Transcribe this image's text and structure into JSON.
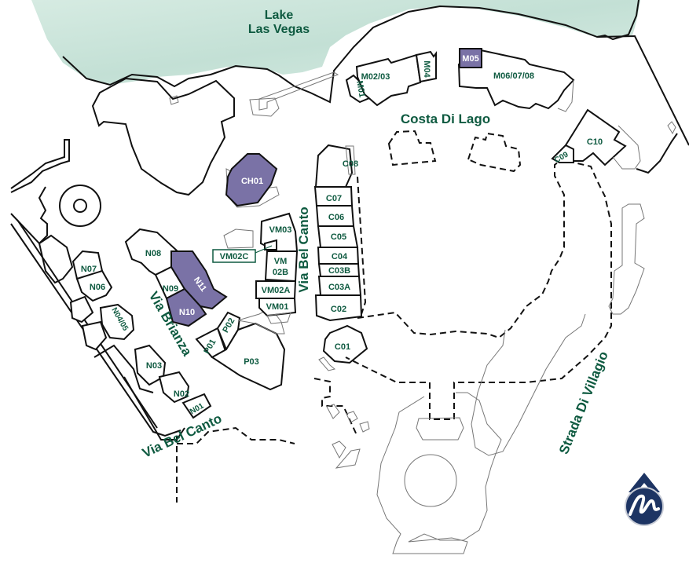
{
  "map": {
    "title": "Lake Las Vegas",
    "water_label_line1": "Lake",
    "water_label_line2": "Las Vegas",
    "area_label": "Costa Di Lago",
    "colors": {
      "water": "#cfe6dc",
      "label_green": "#0e5a40",
      "highlight_building": "#7a72a6",
      "outline": "#111111",
      "logo_navy": "#1d3463"
    },
    "streets": {
      "via_bel_canto_north": "Via Bel Canto",
      "via_bel_canto_south": "Via Bel Canto",
      "via_brianza": "Via Brianza",
      "strada_di_villagio": "Strada Di Villagio"
    },
    "buildings": {
      "m01": "M01",
      "m02_03": "M02/03",
      "m04": "M04",
      "m05": "M05",
      "m06_07_08": "M06/07/08",
      "c01": "C01",
      "c02": "C02",
      "c03a": "C03A",
      "c03b": "C03B",
      "c04": "C04",
      "c05": "C05",
      "c06": "C06",
      "c07": "C07",
      "c08": "C08",
      "c09": "C09",
      "c10": "C10",
      "ch01": "CH01",
      "vm01": "VM01",
      "vm02a": "VM02A",
      "vm02b_line1": "VM",
      "vm02b_line2": "02B",
      "vm02c": "VM02C",
      "vm03": "VM03",
      "n01": "N01",
      "n02": "N02",
      "n03": "N03",
      "n04_05": "N04/05",
      "n06": "N06",
      "n07": "N07",
      "n08": "N08",
      "n09": "N09",
      "n10": "N10",
      "n11": "N11",
      "p01": "P01",
      "p02": "P02",
      "p03": "P03"
    },
    "highlighted_buildings": [
      "M05",
      "CH01",
      "N10",
      "N11"
    ],
    "logo_icon": "water-drop-m-logo"
  }
}
